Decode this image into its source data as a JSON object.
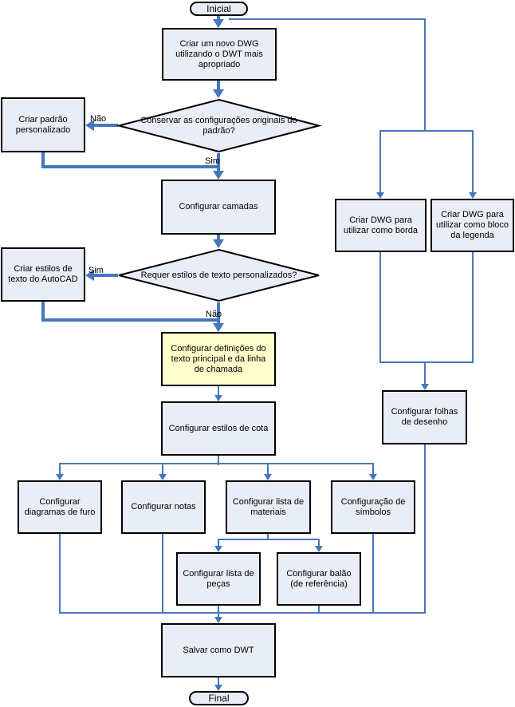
{
  "theme": {
    "page_bg": "#FFFFFF",
    "node_fill": "#E9EDF5",
    "yellow_fill": "#FFFFCC",
    "node_border": "#000000",
    "line_color": "#4677BD",
    "text_color": "#000000"
  },
  "nodes": {
    "inicial": {
      "type": "terminator",
      "label": "Inicial"
    },
    "novo_dwg": {
      "type": "process",
      "label": "Criar um novo DWG utilizando o DWT mais apropriado"
    },
    "conservar": {
      "type": "decision",
      "label": "Conservar as configurações originais do padrão?"
    },
    "padrao": {
      "type": "process",
      "label": "Criar padrão personalizado"
    },
    "camadas": {
      "type": "process",
      "label": "Configurar camadas"
    },
    "requer": {
      "type": "decision",
      "label": "Requer estilos de texto personalizados?"
    },
    "estilos_texto": {
      "type": "process",
      "label": "Criar estilos de texto do AutoCAD"
    },
    "definicoes": {
      "type": "process-highlighted",
      "label": "Configurar definições do texto principal e da linha de chamada"
    },
    "cota": {
      "type": "process",
      "label": "Configurar estilos de cota"
    },
    "furo": {
      "type": "process",
      "label": "Configurar diagramas de furo"
    },
    "notas": {
      "type": "process",
      "label": "Configurar notas"
    },
    "materiais": {
      "type": "process",
      "label": "Configurar lista de materiais"
    },
    "simbolos": {
      "type": "process",
      "label": "Configuração de símbolos"
    },
    "pecas": {
      "type": "process",
      "label": "Configurar lista de peças"
    },
    "balao": {
      "type": "process",
      "label": "Configurar balão (de referência)"
    },
    "salvar": {
      "type": "process",
      "label": "Salvar como DWT"
    },
    "final": {
      "type": "terminator",
      "label": "Final"
    },
    "borda": {
      "type": "process",
      "label": "Criar DWG para utilizar como borda"
    },
    "legenda": {
      "type": "process",
      "label": "Criar DWG para utilizar como bloco da legenda"
    },
    "folhas": {
      "type": "process",
      "label": "Configurar folhas de desenho"
    }
  },
  "edge_labels": {
    "nao1": "Não",
    "sim1": "Sim",
    "sim2": "Sim",
    "nao2": "Não"
  }
}
